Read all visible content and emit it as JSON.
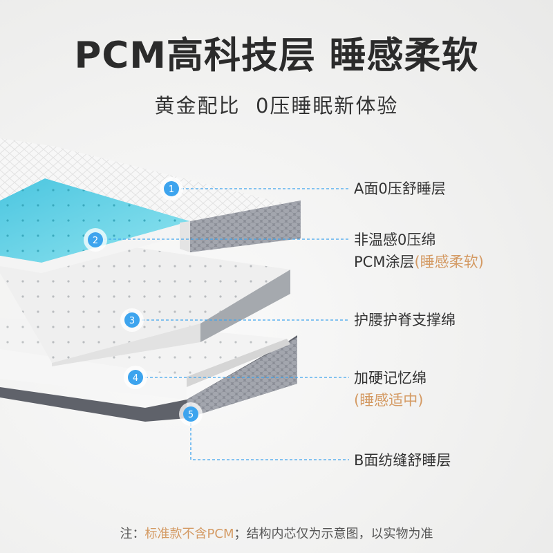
{
  "header": {
    "title": "PCM高科技层 睡感柔软",
    "subtitle": "黄金配比  0压睡眠新体验"
  },
  "layers": [
    {
      "number": "1",
      "label_line1": "A面0压舒睡层"
    },
    {
      "number": "2",
      "label_line1": "非温感0压绵",
      "label_line2": "PCM涂层",
      "label_line2_highlight": "(睡感柔软)"
    },
    {
      "number": "3",
      "label_line1": "护腰护脊支撑绵"
    },
    {
      "number": "4",
      "label_line1": "加硬记忆绵",
      "label_line2_highlight": "(睡感适中)"
    },
    {
      "number": "5",
      "label_line1": "B面纺缝舒睡层"
    }
  ],
  "colors": {
    "marker_blue": "#3da4ee",
    "leader_line": "#3da4ee",
    "highlight_orange": "#d49a63",
    "pcm_cyan": "#5fd0e6",
    "knit_gray": "#8a8d96"
  },
  "footer": {
    "note_prefix": "注：",
    "note_highlight": "标准款不含PCM",
    "note_suffix": "；结构内芯仅为示意图，以实物为准"
  }
}
